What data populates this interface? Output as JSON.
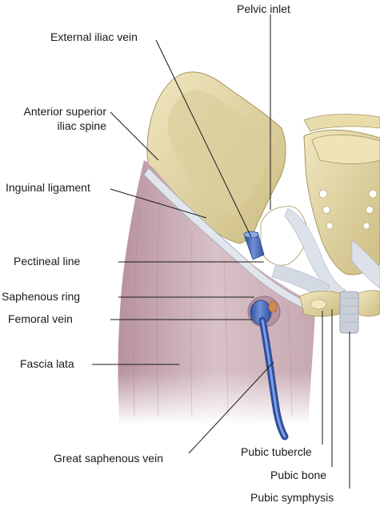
{
  "labels": {
    "pelvic_inlet": "Pelvic inlet",
    "external_iliac_vein": "External iliac vein",
    "asis_line1": "Anterior superior",
    "asis_line2": "iliac spine",
    "inguinal_ligament": "Inguinal ligament",
    "pectineal_line": "Pectineal line",
    "saphenous_ring": "Saphenous ring",
    "femoral_vein": "Femoral vein",
    "fascia_lata": "Fascia lata",
    "great_saphenous_vein": "Great saphenous vein",
    "pubic_tubercle": "Pubic tubercle",
    "pubic_bone": "Pubic bone",
    "pubic_symphysis": "Pubic symphysis"
  },
  "colors": {
    "bone": "#e6dcb0",
    "bone_shadow": "#c9b97e",
    "fascia": "#cdb3bb",
    "fascia_dark": "#b08f9c",
    "vein": "#3f64b8",
    "vein_light": "#7d9ee0",
    "ligament": "#d9dde6",
    "leader": "#1a1a1a"
  }
}
